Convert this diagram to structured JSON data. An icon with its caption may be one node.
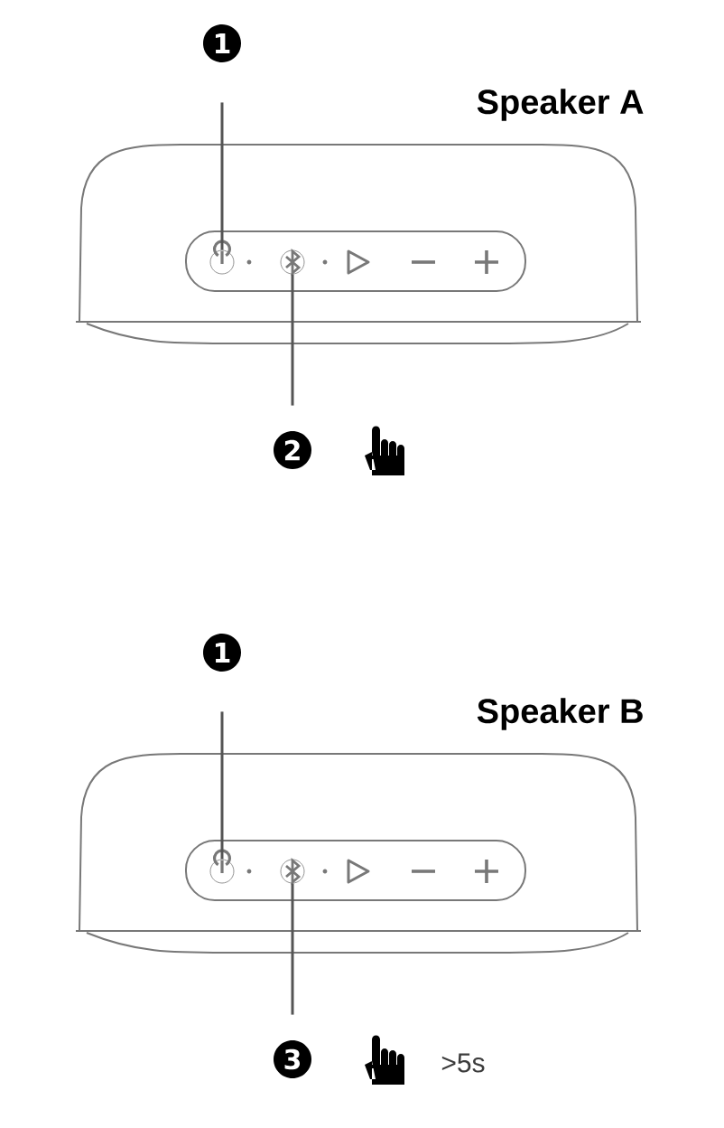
{
  "diagram": {
    "nodes": [
      {
        "text": [
          "1"
        ]
      },
      {
        "text": [],
        "shape": "button"
      },
      {
        "text": [],
        "shape": "button"
      },
      {
        "text": [
          "2"
        ]
      },
      {
        "text": [
          "1"
        ]
      },
      {
        "text": [],
        "shape": "button"
      },
      {
        "text": [],
        "shape": "button"
      },
      {
        "text": [
          "3"
        ]
      }
    ],
    "edges": [
      {
        "from": 0,
        "to": 1,
        "arrow": "none"
      },
      {
        "from": 3,
        "to": 2,
        "arrow": "none"
      },
      {
        "from": 4,
        "to": 5,
        "arrow": "none"
      },
      {
        "from": 7,
        "to": 6,
        "arrow": "none"
      }
    ],
    "labels": [
      "Speaker A",
      "Speaker B",
      ">5s"
    ]
  }
}
